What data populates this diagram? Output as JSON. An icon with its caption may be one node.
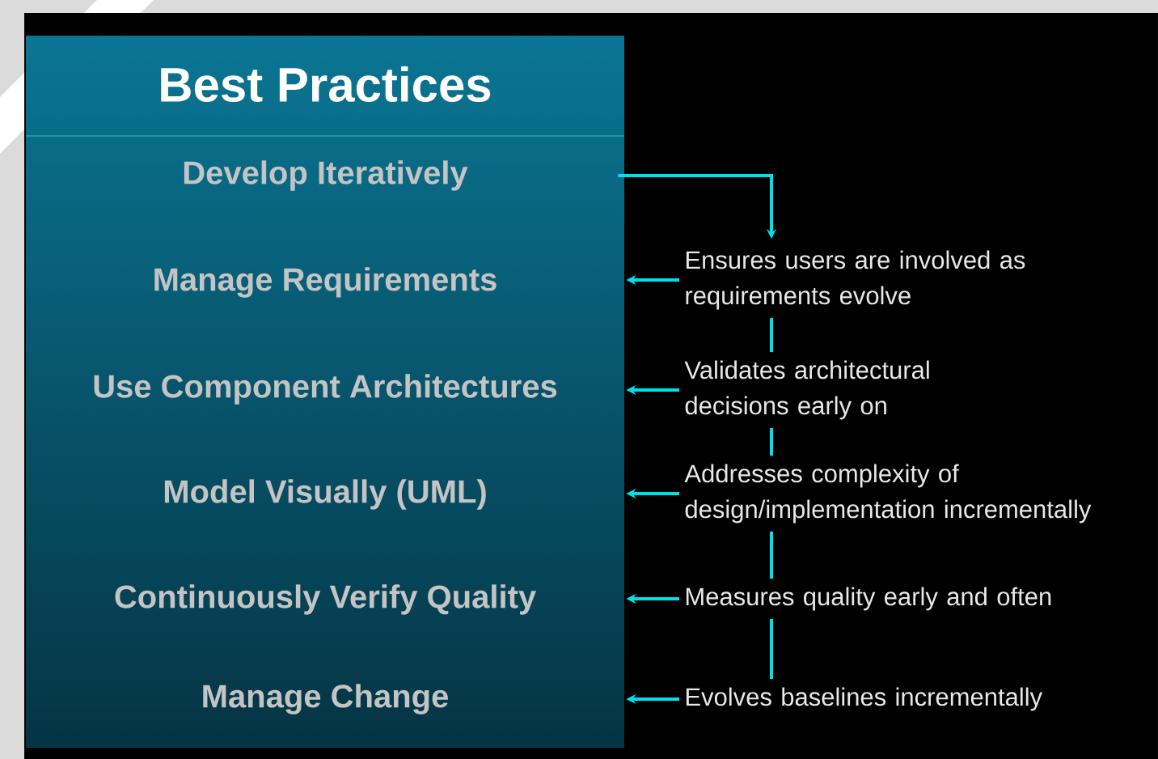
{
  "diagram": {
    "nodes": [
      {
        "text": [
          "Best Practices"
        ]
      },
      {
        "text": [
          "Develop Iteratively"
        ],
        "in": 0
      },
      {
        "text": [
          "Manage Requirements"
        ],
        "in": 0
      },
      {
        "text": [
          "Use Component Architectures"
        ],
        "in": 0
      },
      {
        "text": [
          "Model Visually (UML)"
        ],
        "in": 0
      },
      {
        "text": [
          "Continuously Verify Quality"
        ],
        "in": 0
      },
      {
        "text": [
          "Manage Change"
        ],
        "in": 0
      },
      {
        "text": [
          "Ensures users are involved as requirements evolve"
        ]
      },
      {
        "text": [
          "Validates architectural decisions early on"
        ]
      },
      {
        "text": [
          "Addresses complexity of design/implementation incrementally"
        ]
      },
      {
        "text": [
          "Measures quality early and often"
        ]
      },
      {
        "text": [
          "Evolves baselines incrementally"
        ]
      }
    ],
    "edges": [
      {
        "from": 1,
        "to": 7,
        "arrow": "to"
      },
      {
        "from": 7,
        "to": 2,
        "arrow": "to"
      },
      {
        "from": 8,
        "to": 3,
        "arrow": "to"
      },
      {
        "from": 9,
        "to": 4,
        "arrow": "to"
      },
      {
        "from": 10,
        "to": 5,
        "arrow": "to"
      },
      {
        "from": 11,
        "to": 6,
        "arrow": "to"
      },
      {
        "from": 7,
        "to": 8,
        "arrow": "none"
      },
      {
        "from": 8,
        "to": 9,
        "arrow": "none"
      },
      {
        "from": 9,
        "to": 10,
        "arrow": "none"
      },
      {
        "from": 10,
        "to": 11,
        "arrow": "none"
      }
    ]
  }
}
